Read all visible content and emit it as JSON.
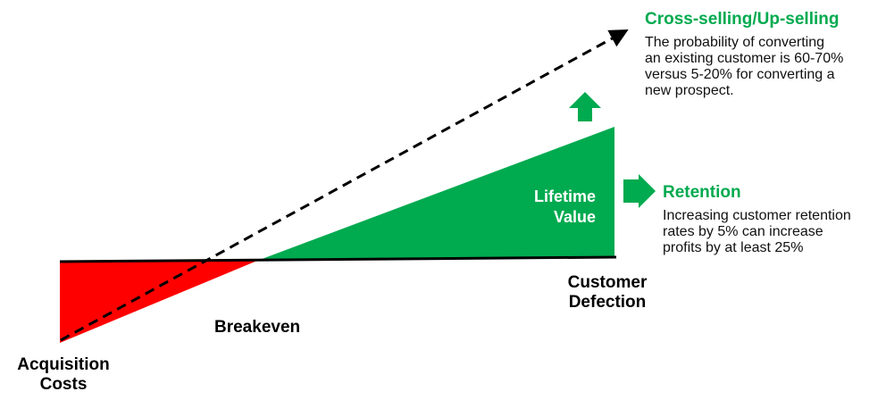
{
  "colors": {
    "accent_green": "#00AA4F",
    "cost_red": "#FF0000",
    "line_black": "#000000"
  },
  "labels": {
    "acquisition_line1": "Acquisition",
    "acquisition_line2": "Costs",
    "breakeven": "Breakeven",
    "defection_line1": "Customer",
    "defection_line2": "Defection",
    "lifetime_line1": "Lifetime",
    "lifetime_line2": "Value"
  },
  "callouts": {
    "cross_selling": {
      "title": "Cross-selling/Up-selling",
      "lines": [
        "The probability of converting",
        "an existing customer is 60-70%",
        "versus 5-20% for converting a",
        "new prospect."
      ]
    },
    "retention": {
      "title": "Retention",
      "lines": [
        "Increasing customer retention",
        "rates by 5% can increase",
        "profits by at least 25%"
      ]
    }
  },
  "icons": {
    "up": "arrow-up-icon",
    "right": "arrow-right-icon"
  }
}
